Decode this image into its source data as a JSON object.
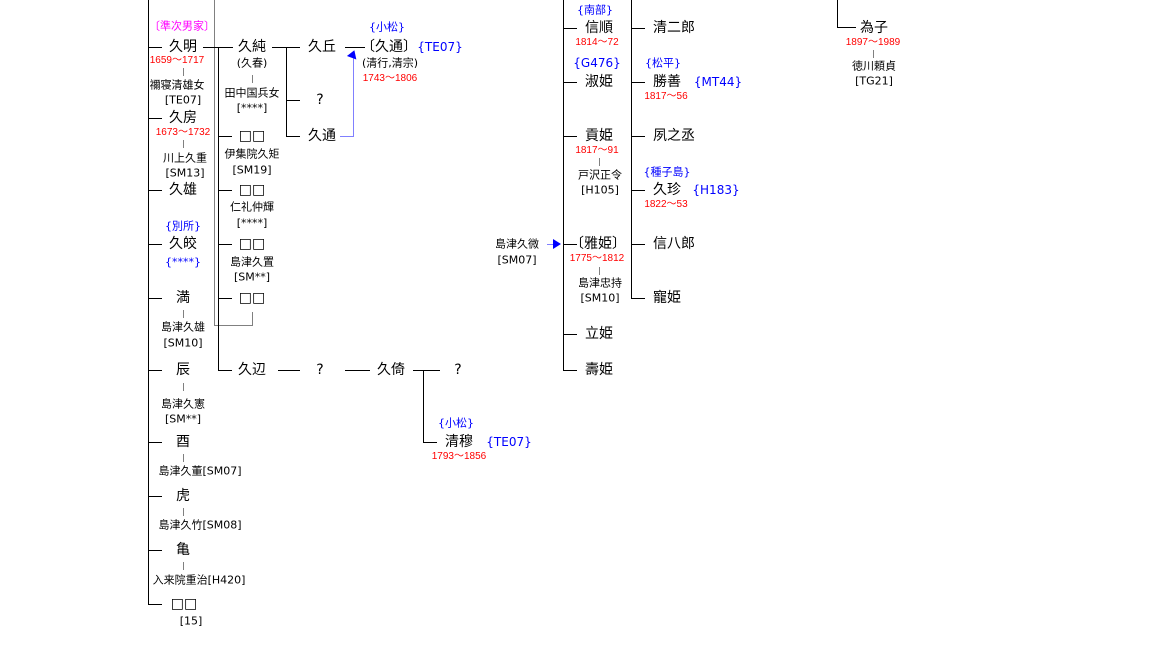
{
  "col1": {
    "house_label": "〔準次男家〕",
    "hisaaki": {
      "name": "久明",
      "dates": "1659〜1717",
      "spouse": "禰寝清雄女",
      "code": "[TE07]"
    },
    "hisafusa": {
      "name": "久房",
      "dates": "1673〜1732",
      "spouse": "川上久重",
      "code": "[SM13]"
    },
    "hisao": {
      "name": "久雄"
    },
    "hisaaki2": {
      "branch": "{別所}",
      "name": "久皎",
      "code": "{****}"
    },
    "mitsu": {
      "name": "満",
      "spouse": "島津久雄",
      "code": "[SM10]"
    },
    "tatsu": {
      "name": "辰",
      "spouse": "島津久憲",
      "code": "[SM**]"
    },
    "tori": {
      "name": "酉",
      "spouse": "島津久董[SM07]"
    },
    "tora": {
      "name": "虎",
      "spouse": "島津久竹[SM08]"
    },
    "kame": {
      "name": "亀",
      "spouse": "入来院重治[H420]"
    },
    "unknown": {
      "name": "□□",
      "code": "[15]"
    }
  },
  "col2": {
    "hisazumi": {
      "name": "久純",
      "alt": "(久春)",
      "spouse": "田中国兵女",
      "code": "[****]"
    },
    "d1": {
      "name": "□□",
      "spouse": "伊集院久矩",
      "code": "[SM19]"
    },
    "d2": {
      "name": "□□",
      "spouse": "仁礼仲輝",
      "code": "[****]"
    },
    "d3": {
      "name": "□□",
      "spouse": "島津久置",
      "code": "[SM**]"
    },
    "d4": {
      "name": "□□"
    },
    "hisamichi": {
      "name": "久辺"
    }
  },
  "col3": {
    "hisaoka": {
      "name": "久丘"
    },
    "q1": "?",
    "hisamichi2": {
      "name": "久通"
    },
    "adopted": {
      "branch": "{小松}",
      "name": "〔久通〕",
      "code": "{TE07}",
      "alt": "(清行,清宗)",
      "dates": "1743〜1806"
    },
    "q2": "?",
    "hisayori": {
      "name": "久倚"
    },
    "q3": "?",
    "kiyoatsu": {
      "branch": "{小松}",
      "name": "清穆",
      "code": "{TE07}",
      "dates": "1793〜1856"
    }
  },
  "right": {
    "father": {
      "name": "島津久微",
      "code": "[SM07]"
    },
    "children": {
      "nobuyori": {
        "branch": "{南部}",
        "name": "信順",
        "dates": "1814〜72"
      },
      "shukuhime": {
        "code": "{G476}",
        "name": "淑姫"
      },
      "mitsugihime": {
        "name": "貢姫",
        "dates": "1817〜91",
        "spouse": "戸沢正令",
        "code": "[H105]"
      },
      "masahime": {
        "name": "〔雅姫〕",
        "dates": "1775〜1812",
        "spouse": "島津忠持",
        "code": "[SM10]"
      },
      "tatsuhime": {
        "name": "立姫"
      },
      "hisahime": {
        "name": "壽姫"
      }
    },
    "grandchildren": {
      "seijiro": {
        "name": "清二郎"
      },
      "katsuyoshi": {
        "branch": "{松平}",
        "name": "勝善",
        "code": "{MT44}",
        "dates": "1817〜56"
      },
      "shuku": {
        "name": "夙之丞"
      },
      "hisayoshi": {
        "branch": "{種子島}",
        "name": "久珍",
        "code": "{H183}",
        "dates": "1822〜53"
      },
      "nobuhachiro": {
        "name": "信八郎"
      },
      "chohime": {
        "name": "寵姫"
      }
    }
  },
  "far_right": {
    "name": "為子",
    "dates": "1897〜1989",
    "spouse": "徳川頼貞",
    "code": "[TG21]"
  },
  "colors": {
    "dates": "#ff0000",
    "branch": "#0000ff",
    "house": "#ff00ff",
    "arrow": "#0000ff"
  }
}
